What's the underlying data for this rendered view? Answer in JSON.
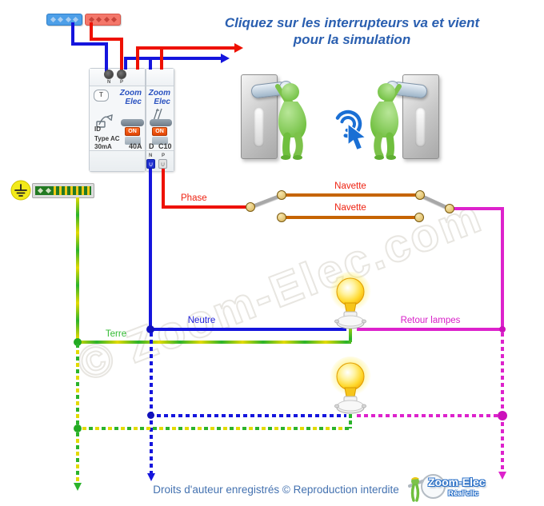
{
  "watermark": "© Zoom-Elec.com",
  "title": {
    "line1": "Cliquez sur les interrupteurs va et vient",
    "line2": "pour la simulation"
  },
  "panel": {
    "differential": {
      "brand_line1": "Zoom",
      "brand_line2": "Elec",
      "test_button": "T",
      "model": "ID",
      "type": "Type AC",
      "sensitivity": "30mA",
      "rating": "40A",
      "on": "ON",
      "terminal_n": "N",
      "terminal_p": "P"
    },
    "breaker": {
      "brand_line1": "Zoom",
      "brand_line2": "Elec",
      "curve": "D",
      "rating": "C10",
      "on": "ON",
      "terminal_n": "N",
      "terminal_p": "P",
      "terminal_mark": "∪"
    }
  },
  "labels": {
    "phase": "Phase",
    "navette_top": "Navette",
    "navette_bottom": "Navette",
    "neutre": "Neutre",
    "terre": "Terre",
    "retour": "Retour lampes"
  },
  "footer": {
    "copyright": "Droits d'auteur enregistrés © Reproduction interdite",
    "logo_title": "Zoom-Elec",
    "logo_sub": "Réal'clic"
  },
  "colors": {
    "phase": "#ee1100",
    "neutral": "#1515dd",
    "earth_green": "#2bb32b",
    "earth_yellow": "#e3da00",
    "navette": "#c66400",
    "retour": "#dd22cc",
    "title_blue": "#2a5fb0"
  }
}
